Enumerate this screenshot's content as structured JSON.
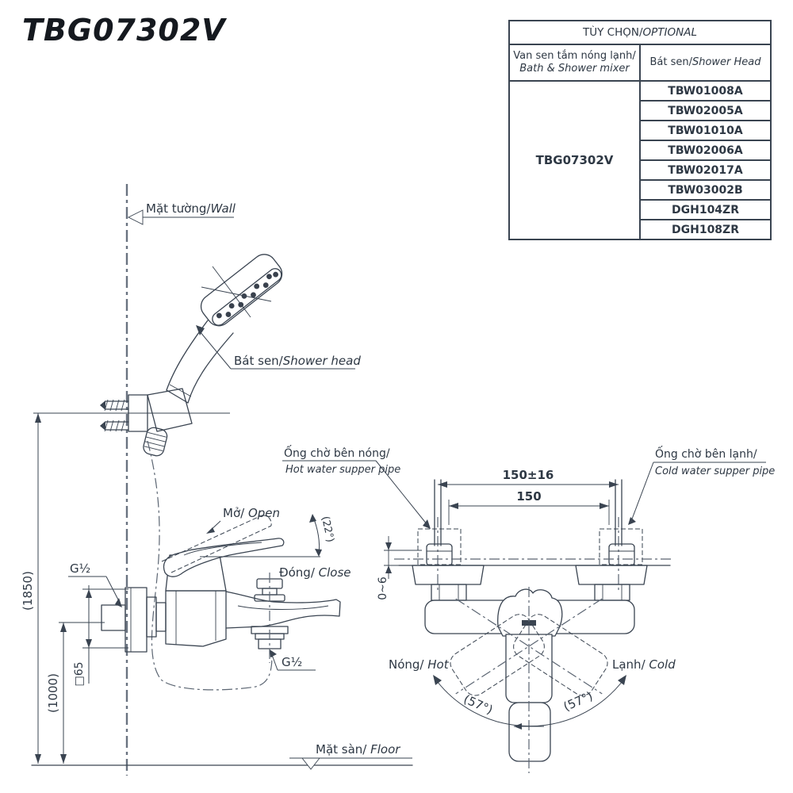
{
  "title": "TBG07302V",
  "colors": {
    "line": "#3a4451",
    "text": "#2e3844",
    "background": "#ffffff"
  },
  "options_table": {
    "header_vi": "TÙY CHỌN/",
    "header_en": "OPTIONAL",
    "mixer_col_vi": "Van sen tắm nóng lạnh/",
    "mixer_col_en": "Bath & Shower mixer",
    "head_col_vi": "Bát sen/",
    "head_col_en": "Shower Head",
    "mixer_code": "TBG07302V",
    "shower_head_codes": [
      "TBW01008A",
      "TBW02005A",
      "TBW01010A",
      "TBW02006A",
      "TBW02017A",
      "TBW03002B",
      "DGH104ZR",
      "DGH108ZR"
    ]
  },
  "side_view": {
    "wall_vi": "Mặt tường/",
    "wall_en": "Wall",
    "shower_head_vi": "Bát sen/",
    "shower_head_en": "Shower head",
    "open_vi": "Mở/ ",
    "open_en": "Open",
    "open_angle": "(22°)",
    "close_vi": "Đóng/ ",
    "close_en": "Close",
    "thread_top": "G½",
    "thread_bottom": "G½",
    "plate_size": "□65",
    "dim_total_height": "(1850)",
    "dim_mixer_height": "(1000)",
    "floor_vi": "Mặt sàn/ ",
    "floor_en": "Floor"
  },
  "top_view": {
    "hot_pipe_vi": "Ống chờ bên nóng/",
    "hot_pipe_en": "Hot water supper pipe",
    "cold_pipe_vi": "Ống chờ bên lạnh/",
    "cold_pipe_en": "Cold water supper pipe",
    "dim_pitch_tol": "150±16",
    "dim_pitch": "150",
    "dim_wall_gap": "0~6",
    "hot_vi": "Nóng/ ",
    "hot_en": "Hot",
    "cold_vi": "Lạnh/ ",
    "cold_en": "Cold",
    "angle_left": "(57°)",
    "angle_right": "(57°)"
  }
}
